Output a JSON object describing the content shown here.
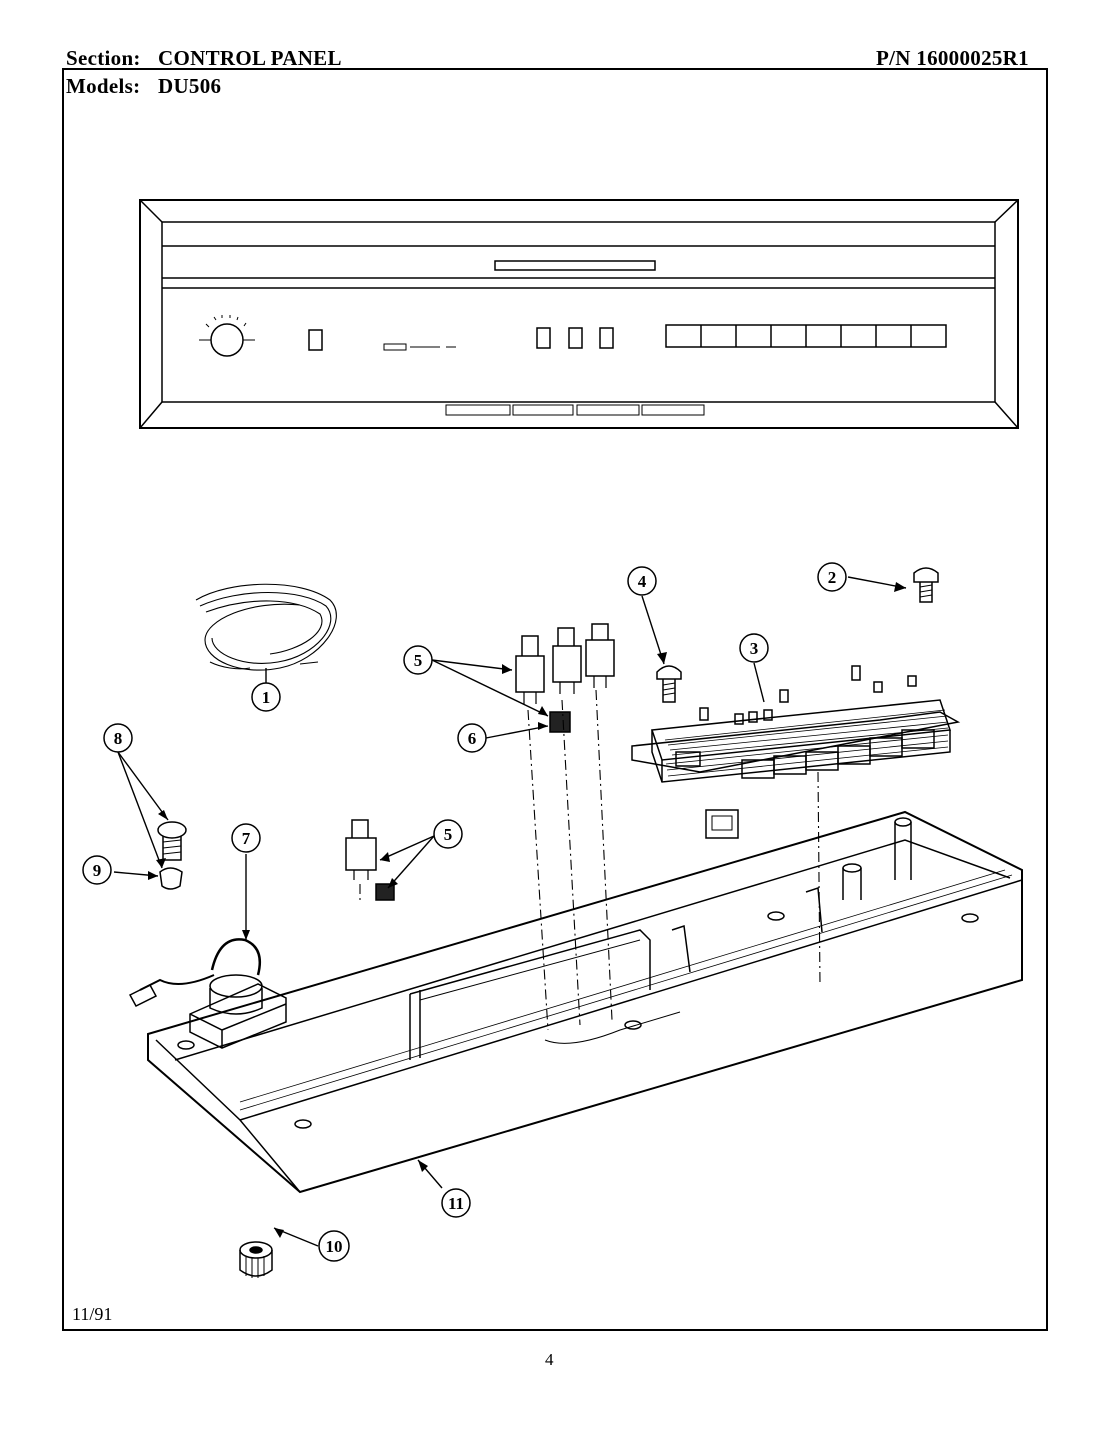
{
  "header": {
    "section_label": "Section:",
    "section_value": "CONTROL PANEL",
    "part_number": "P/N 16000025R1",
    "models_label": "Models:",
    "models_value": "DU506"
  },
  "footer": {
    "date": "11/91",
    "page_number": "4"
  },
  "callouts": [
    "1",
    "2",
    "3",
    "4",
    "5",
    "6",
    "7",
    "8",
    "9",
    "10",
    "11"
  ]
}
